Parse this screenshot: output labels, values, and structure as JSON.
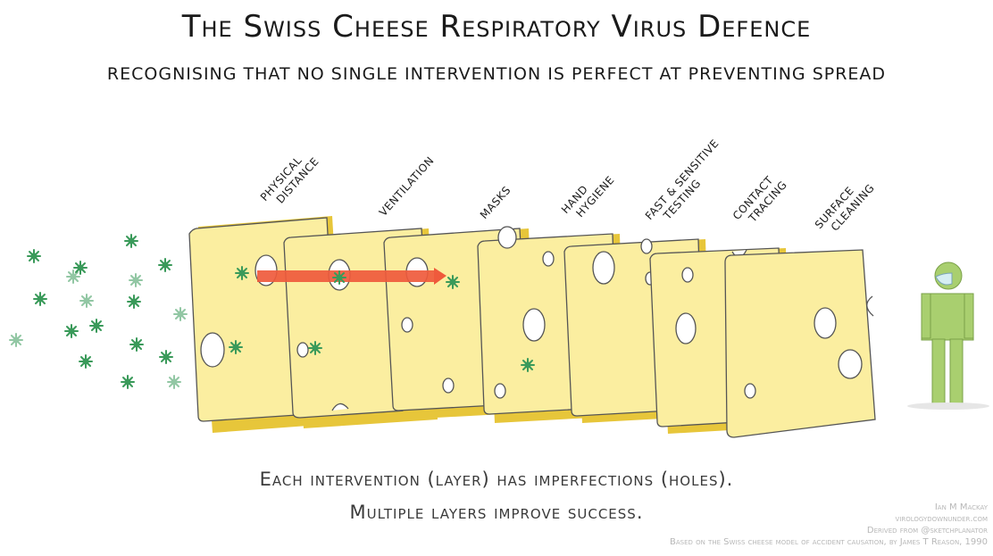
{
  "title": "The Swiss Cheese Respiratory Virus Defence",
  "subtitle": "Recognising that no single intervention is perfect at preventing spread",
  "layers": [
    {
      "line1": "Physical",
      "line2": "Distance"
    },
    {
      "line1": "Ventilation",
      "line2": ""
    },
    {
      "line1": "Masks",
      "line2": ""
    },
    {
      "line1": "Hand",
      "line2": "Hygiene"
    },
    {
      "line1": "Fast & Sensitive",
      "line2": "Testing"
    },
    {
      "line1": "Contact",
      "line2": "Tracing"
    },
    {
      "line1": "Surface",
      "line2": "Cleaning"
    }
  ],
  "caption": {
    "line1": "Each intervention (layer) has imperfections (holes).",
    "line2": "Multiple layers improve success."
  },
  "credits": {
    "author": "Ian M Mackay",
    "site": "virologydownunder.com",
    "derived": "Derived from @sketchplanator",
    "based": "Based on the Swiss cheese model of accident causation, by James T Reason, 1990"
  },
  "colors": {
    "cheese": "#fbeea0",
    "cheese_edge": "#e7c63a",
    "arrow": "#ef5a3c",
    "virus": "#3a9a5a",
    "person": "#a9cf6f"
  },
  "icons": [
    "virus-particle-icon",
    "person-icon",
    "mask-icon"
  ]
}
